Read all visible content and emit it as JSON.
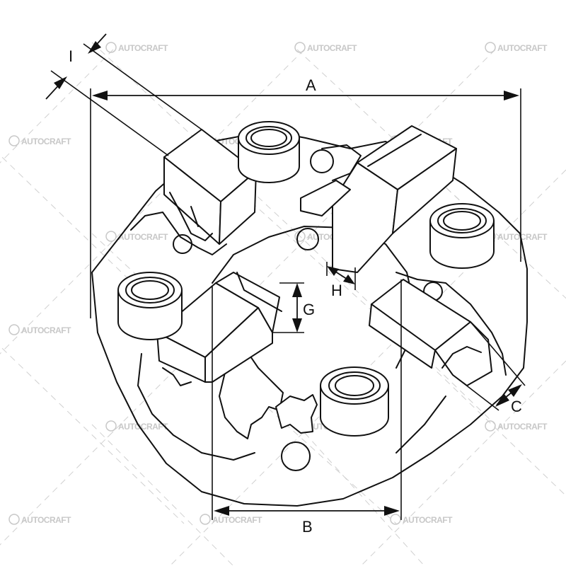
{
  "dimension_labels": {
    "a": "A",
    "b": "B",
    "c": "C",
    "g": "G",
    "h": "H",
    "i": "I"
  },
  "watermark": {
    "text": "AUTOCRAFT",
    "color": "#c8c8c8"
  },
  "line_color": "#111111",
  "background_color": "#ffffff"
}
